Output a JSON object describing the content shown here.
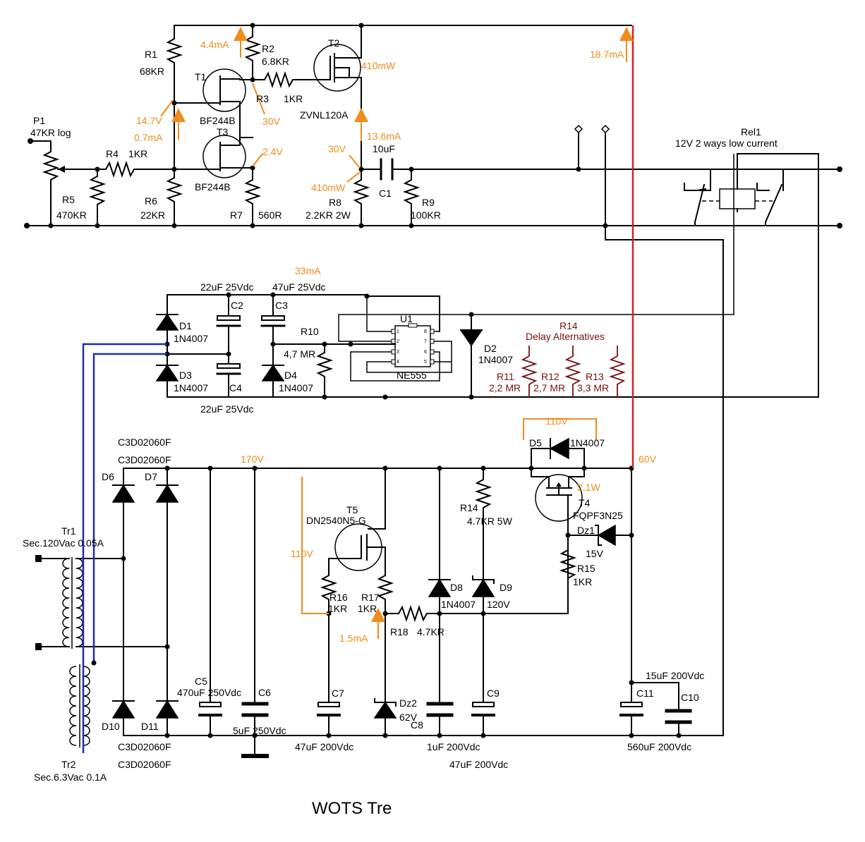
{
  "title": "WOTS Tre",
  "colors": {
    "wire": "#000000",
    "hv_line": "#d42020",
    "transformer_link": "#1a2fb0",
    "annotation": "#f08c1c",
    "delay_resistors": "#7a1010"
  },
  "components": {
    "R1": {
      "ref": "R1",
      "value": "68KR"
    },
    "R2": {
      "ref": "R2",
      "value": "6.8KR"
    },
    "R3": {
      "ref": "R3",
      "value": "1KR"
    },
    "R4": {
      "ref": "R4",
      "value": "1KR"
    },
    "R5": {
      "ref": "R5",
      "value": "470KR"
    },
    "R6": {
      "ref": "R6",
      "value": "22KR"
    },
    "R7": {
      "ref": "R7",
      "value": "560R"
    },
    "R8": {
      "ref": "R8",
      "value": "2.2KR 2W"
    },
    "R9": {
      "ref": "R9",
      "value": "100KR"
    },
    "R10": {
      "ref": "R10",
      "value": "4,7 MR"
    },
    "R14a": {
      "ref": "R14",
      "value": "Delay Alternatives"
    },
    "R11": {
      "ref": "R11",
      "value": "2,2 MR"
    },
    "R12": {
      "ref": "R12",
      "value": "2,7 MR"
    },
    "R13": {
      "ref": "R13",
      "value": "3,3 MR"
    },
    "R14b": {
      "ref": "R14",
      "value": "4.7KR 5W"
    },
    "R15": {
      "ref": "R15",
      "value": "1KR"
    },
    "R16": {
      "ref": "R16",
      "value": "1KR"
    },
    "R17": {
      "ref": "R17",
      "value": "1KR"
    },
    "R18": {
      "ref": "R18",
      "value": "4.7KR"
    },
    "P1": {
      "ref": "P1",
      "value": "47KR log"
    },
    "T1": {
      "ref": "T1",
      "value": "BF244B"
    },
    "T2": {
      "ref": "T2",
      "value": "ZVNL120A"
    },
    "T3": {
      "ref": "T3",
      "value": "BF244B"
    },
    "T4": {
      "ref": "T4",
      "value": "FQPF3N25"
    },
    "T5": {
      "ref": "T5",
      "value": "DN2540N5-G"
    },
    "C1": {
      "ref": "C1",
      "value": "10uF"
    },
    "C2": {
      "ref": "C2",
      "value": "22uF 25Vdc"
    },
    "C3": {
      "ref": "C3",
      "value": "47uF 25Vdc"
    },
    "C4": {
      "ref": "C4",
      "value": "22uF 25Vdc"
    },
    "C5": {
      "ref": "C5",
      "value": "470uF 250Vdc"
    },
    "C6": {
      "ref": "C6",
      "value": "5uF 250Vdc"
    },
    "C7": {
      "ref": "C7",
      "value": "47uF 200Vdc"
    },
    "C8": {
      "ref": "C8",
      "value": "1uF 200Vdc"
    },
    "C9": {
      "ref": "C9",
      "value": "47uF 200Vdc"
    },
    "C10": {
      "ref": "C10",
      "value": "15uF 200Vdc"
    },
    "C11": {
      "ref": "C11",
      "value": "560uF 200Vdc"
    },
    "D1": {
      "ref": "D1",
      "value": "1N4007"
    },
    "D2": {
      "ref": "D2",
      "value": "1N4007"
    },
    "D3": {
      "ref": "D3",
      "value": "1N4007"
    },
    "D4": {
      "ref": "D4",
      "value": "1N4007"
    },
    "D5": {
      "ref": "D5",
      "value": "1N4007"
    },
    "D6": {
      "ref": "D6",
      "value": "C3D02060F"
    },
    "D7": {
      "ref": "D7",
      "value": "C3D02060F"
    },
    "D8": {
      "ref": "D8",
      "value": "1N4007"
    },
    "D9": {
      "ref": "D9",
      "value": "120V"
    },
    "D10": {
      "ref": "D10",
      "value": "C3D02060F"
    },
    "D11": {
      "ref": "D11",
      "value": "C3D02060F"
    },
    "Dz1": {
      "ref": "Dz1",
      "value": "15V"
    },
    "Dz2": {
      "ref": "Dz2",
      "value": "62V"
    },
    "U1": {
      "ref": "U1",
      "value": "NE555"
    },
    "Rel1": {
      "ref": "Rel1",
      "value": "12V 2 ways low current"
    },
    "Tr1": {
      "ref": "Tr1",
      "value": "Sec.120Vac 0.05A"
    },
    "Tr2": {
      "ref": "Tr2",
      "value": "Sec.6.3Vac 0.1A"
    }
  },
  "annotations": {
    "i_r2": "4.4mA",
    "v_t1": "14.7V",
    "i_t1": "0.7mA",
    "v_r3": "30V",
    "p_t2": "410mW",
    "i_t2": "13.6mA",
    "v_r8": "30V",
    "p_r8": "410mW",
    "v_t3": "2.4V",
    "i_hv": "18.7mA",
    "i_lv": "33mA",
    "v_170": "170V",
    "v_t5": "110V",
    "v_d5": "110V",
    "v_60": "60V",
    "p_t4": "2.1W",
    "i_r17": "1.5mA"
  },
  "pins": {
    "u1_left": [
      "1",
      "2",
      "3",
      "4"
    ],
    "u1_right": [
      "8",
      "7",
      "6",
      "5"
    ]
  }
}
